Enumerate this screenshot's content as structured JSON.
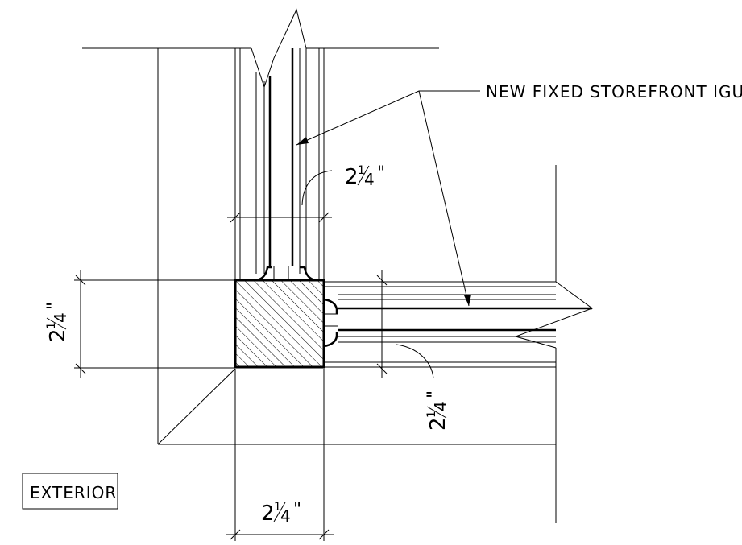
{
  "drawing": {
    "callout_label": "NEW FIXED STOREFRONT IGU",
    "exterior_label": "EXTERIOR",
    "dimensions": {
      "top_whole": "2",
      "top_num": "1",
      "top_den": "4",
      "top_unit": "\"",
      "left_whole": "2",
      "left_num": "1",
      "left_den": "4",
      "left_unit": "\"",
      "right_whole": "2",
      "right_num": "1",
      "right_den": "4",
      "right_unit": "\"",
      "bottom_whole": "2",
      "bottom_num": "1",
      "bottom_den": "4",
      "bottom_unit": "\""
    }
  }
}
